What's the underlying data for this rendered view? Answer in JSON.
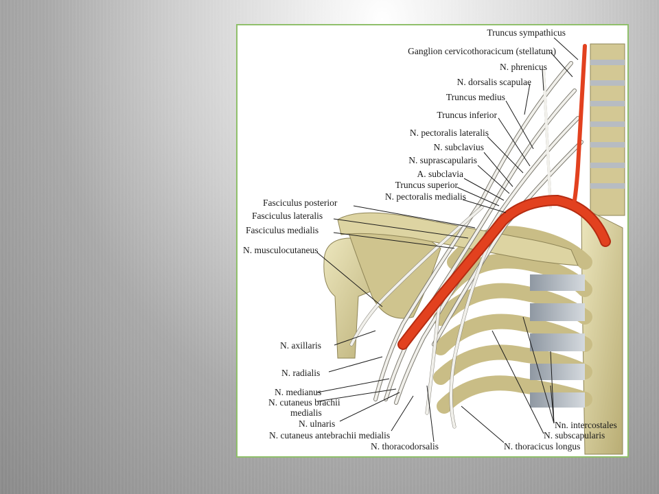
{
  "slide": {
    "figure": {
      "labels": {
        "truncus_sympathicus": "Truncus sympathicus",
        "ganglion_stellatum": "Ganglion cervicothoracicum (stellatum)",
        "n_phrenicus": "N. phrenicus",
        "n_dorsalis_scapulae": "N. dorsalis scapulae",
        "truncus_medius": "Truncus medius",
        "truncus_inferior": "Truncus inferior",
        "n_pectoralis_lateralis": "N. pectoralis lateralis",
        "n_subclavius": "N. subclavius",
        "n_suprascapularis": "N. suprascapularis",
        "a_subclavia": "A. subclavia",
        "truncus_superior": "Truncus superior",
        "n_pectoralis_medialis": "N. pectoralis medialis",
        "fasciculus_posterior": "Fasciculus posterior",
        "fasciculus_lateralis": "Fasciculus lateralis",
        "fasciculus_medialis": "Fasciculus medialis",
        "n_musculocutaneus": "N. musculocutaneus",
        "n_axillaris": "N. axillaris",
        "n_radialis": "N. radialis",
        "n_medianus": "N. medianus",
        "n_cutaneus_brachii_1": "N. cutaneus brachii",
        "n_cutaneus_brachii_2": "medialis",
        "n_ulnaris": "N. ulnaris",
        "n_cutaneus_antebrachii": "N. cutaneus antebrachii medialis",
        "n_thoracodorsalis": "N. thoracodorsalis",
        "n_thoracicus_longus": "N. thoracicus longus",
        "nn_intercostales": "Nn. intercostales",
        "n_subscapularis": "N. subscapularis"
      }
    },
    "colors": {
      "frame_border": "#8fbf6a",
      "artery": "#e2411f",
      "bone": "#d9cf9a",
      "cartilage": "#aeb5bd",
      "nerve": "#ecebe6"
    }
  }
}
